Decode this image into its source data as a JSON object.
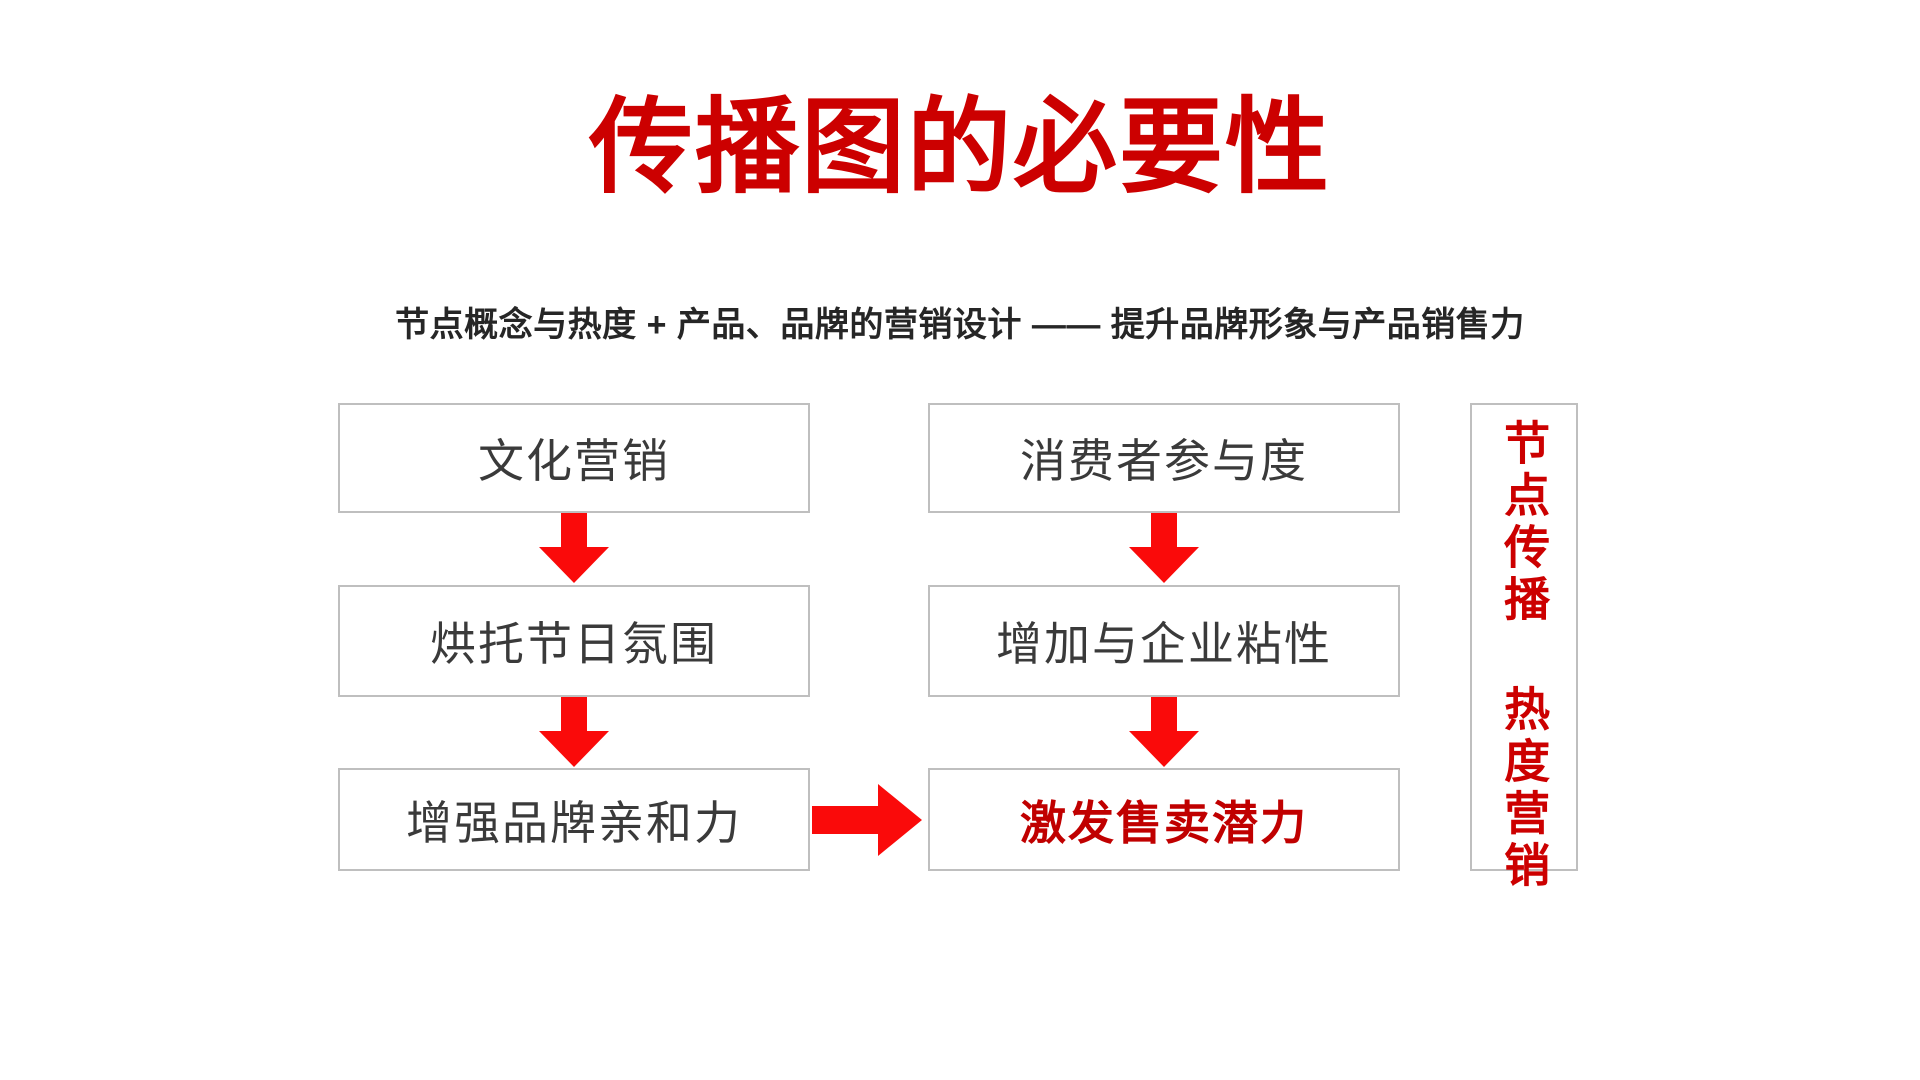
{
  "slide": {
    "title": "传播图的必要性",
    "subtitle": "节点概念与热度 + 产品、品牌的营销设计 —— 提升品牌形象与产品销售力",
    "colors": {
      "title_red": "#CC0000",
      "arrow_red": "#FA0A0A",
      "emphasis_red": "#C00000",
      "box_border": "#BFBFBF",
      "body_text": "#3A3A3A",
      "subtitle_text": "#262626",
      "background": "#FFFFFF"
    }
  },
  "flow": {
    "columns": [
      {
        "id": "column-1",
        "boxes": [
          {
            "label": "文化营销",
            "emphasis": false
          },
          {
            "label": "烘托节日氛围",
            "emphasis": false
          },
          {
            "label": "增强品牌亲和力",
            "emphasis": false
          }
        ]
      },
      {
        "id": "column-2",
        "boxes": [
          {
            "label": "消费者参与度",
            "emphasis": false
          },
          {
            "label": "增加与企业粘性",
            "emphasis": false
          },
          {
            "label": "激发售卖潜力",
            "emphasis": true
          }
        ]
      }
    ],
    "connectors": [
      {
        "name": "arrow-down-col1-1",
        "direction": "down"
      },
      {
        "name": "arrow-down-col1-2",
        "direction": "down"
      },
      {
        "name": "arrow-down-col2-1",
        "direction": "down"
      },
      {
        "name": "arrow-down-col2-2",
        "direction": "down"
      },
      {
        "name": "arrow-right-col1-to-col2",
        "direction": "right"
      }
    ]
  },
  "side_panel": {
    "text": "节点传播 热度营销"
  }
}
